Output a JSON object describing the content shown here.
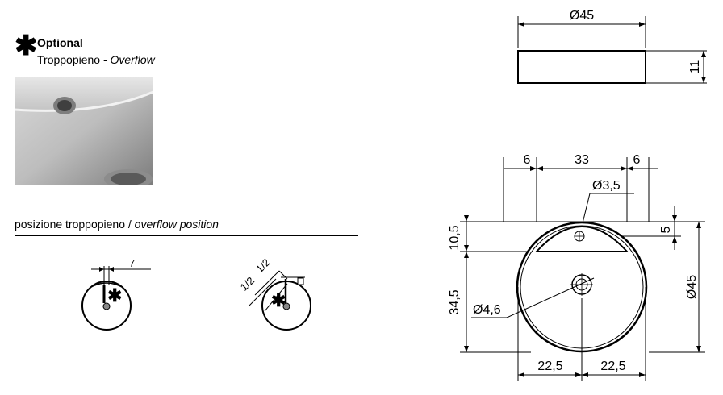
{
  "legend": {
    "symbol": "✱",
    "title": "Optional",
    "subtitle_it": "Troppopieno - ",
    "subtitle_en": "Overflow"
  },
  "photo": {
    "icon": "overflow-photo"
  },
  "overflow_position": {
    "title_it": "posizione troppopieno / ",
    "title_en": "overflow position",
    "left_detail": {
      "dim": "7",
      "marker": "✱"
    },
    "right_detail": {
      "dim_a": "1/2",
      "dim_b": "1/2",
      "marker": "✱"
    }
  },
  "side_view": {
    "width": "Ø45",
    "height": "11"
  },
  "top_view": {
    "dim_left": "6",
    "dim_center": "33",
    "dim_right": "6",
    "overflow_diameter": "Ø3,5",
    "overflow_offset": "5",
    "upper_height": "10,5",
    "lower_height": "34,5",
    "outer_diameter": "Ø45",
    "drain_diameter": "Ø4,6",
    "half_left": "22,5",
    "half_right": "22,5"
  }
}
